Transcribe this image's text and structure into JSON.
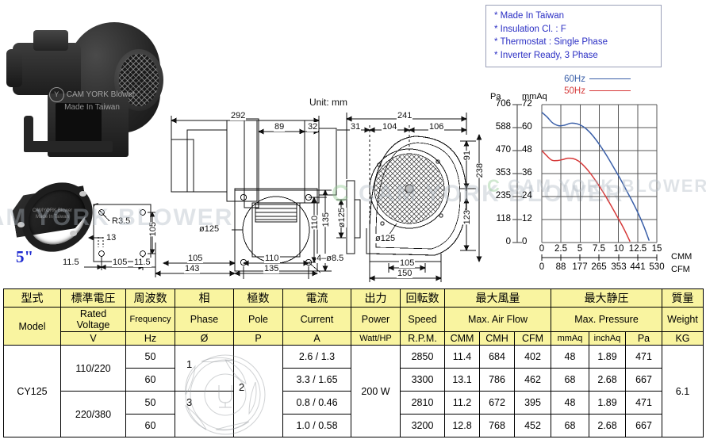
{
  "notes": {
    "lines": [
      "* Made In Taiwan",
      "* Insulation Cl. :  F",
      "* Thermostat : Single Phase",
      "* Inverter Ready, 3 Phase"
    ],
    "color": "#2b2fc4"
  },
  "photo": {
    "watermark_line1": "CAM YORK Blower",
    "watermark_line2": "Made In Taiwan",
    "watermark_logo": "Y"
  },
  "flange": {
    "size_label": "5\"",
    "size_color": "#1e2ad0",
    "watermark_line1": "CAMYORK Blower",
    "watermark_line2": "Made In Taiwan"
  },
  "drawing": {
    "unit_label": "Unit: mm",
    "flange_dims": {
      "r35": "R3.5",
      "d13": "13",
      "v105": "105",
      "h105": "105",
      "left115": "11.5",
      "right115": "11.5"
    },
    "side_view_dims": {
      "total_292": "292",
      "d89": "89",
      "d32": "32",
      "dia125": "ø125",
      "v110": "110",
      "v135": "135",
      "b105": "105",
      "b143": "143",
      "b110": "110",
      "b135": "135",
      "holes": "4–ø8.5"
    },
    "front_view_dims": {
      "total_241": "241",
      "d31": "31",
      "d104": "104",
      "d106": "106",
      "v91": "91",
      "v238": "238",
      "v123": "123",
      "dia125_left": "ø125",
      "dia125_mid": "ø125",
      "b105": "105",
      "b150": "150"
    }
  },
  "watermarks": {
    "top": "CAM YORK BLOWER",
    "mid": "CAM YORK BLOWER",
    "logo": "C"
  },
  "chart_data": {
    "type": "line",
    "title": "",
    "xlabel": "CMM",
    "xlabel2": "CFM",
    "ylabel": "Pa",
    "ylabel2": "mmAq",
    "grid": true,
    "legend_position": "top-right",
    "xlim": [
      0,
      15
    ],
    "ylim": [
      0,
      72
    ],
    "x_ticks_cmm": [
      "0",
      "2.5",
      "5",
      "7.5",
      "10",
      "12.5",
      "15"
    ],
    "x_ticks_cfm": [
      "0",
      "88",
      "177",
      "265",
      "353",
      "441",
      "530"
    ],
    "y_ticks_pa": [
      "706",
      "588",
      "470",
      "353",
      "235",
      "118",
      "0"
    ],
    "y_ticks_mmaq": [
      "72",
      "60",
      "48",
      "36",
      "24",
      "12",
      "0"
    ],
    "series": [
      {
        "name": "60Hz",
        "color": "#3a5fa8",
        "unit_x": "CMM",
        "unit_y": "mmAq",
        "points": [
          [
            0.0,
            68.0
          ],
          [
            0.7,
            65.5
          ],
          [
            1.4,
            62.5
          ],
          [
            2.2,
            61.0
          ],
          [
            3.0,
            61.3
          ],
          [
            3.8,
            62.3
          ],
          [
            4.6,
            62.0
          ],
          [
            5.4,
            60.5
          ],
          [
            6.2,
            57.8
          ],
          [
            7.0,
            54.0
          ],
          [
            7.8,
            49.5
          ],
          [
            8.6,
            44.5
          ],
          [
            9.4,
            39.0
          ],
          [
            10.2,
            33.5
          ],
          [
            11.0,
            27.5
          ],
          [
            11.8,
            21.5
          ],
          [
            12.6,
            15.0
          ],
          [
            13.3,
            8.5
          ],
          [
            14.0,
            1.0
          ]
        ]
      },
      {
        "name": "50Hz",
        "color": "#d63a3a",
        "unit_x": "CMM",
        "unit_y": "mmAq",
        "points": [
          [
            0.0,
            48.0
          ],
          [
            0.6,
            45.5
          ],
          [
            1.3,
            43.0
          ],
          [
            2.0,
            42.8
          ],
          [
            2.7,
            43.3
          ],
          [
            3.4,
            44.0
          ],
          [
            4.1,
            43.8
          ],
          [
            4.8,
            42.5
          ],
          [
            5.5,
            40.0
          ],
          [
            6.2,
            36.8
          ],
          [
            6.9,
            33.0
          ],
          [
            7.6,
            28.8
          ],
          [
            8.3,
            24.3
          ],
          [
            9.0,
            19.5
          ],
          [
            9.7,
            14.5
          ],
          [
            10.4,
            9.5
          ],
          [
            11.0,
            4.8
          ],
          [
            11.5,
            0.5
          ]
        ]
      }
    ]
  },
  "table": {
    "header_bg": "#f9f4a0",
    "row1_cn": [
      "型式",
      "標準電圧",
      "周波数",
      "相",
      "極数",
      "電流",
      "出力",
      "回転数",
      "最大風量",
      "最大静圧",
      "質量"
    ],
    "row2_en": [
      "Model",
      "Rated Voltage",
      "Frequency",
      "Phase",
      "Pole",
      "Current",
      "Power",
      "Speed",
      "Max. Air Flow",
      "Max. Pressure",
      "Weight"
    ],
    "row3_units": [
      "",
      "V",
      "Hz",
      "Ø",
      "P",
      "A",
      "Watt/HP",
      "R.P.M.",
      [
        "CMM",
        "CMH",
        "CFM"
      ],
      [
        "mmAq",
        "inchAq",
        "Pa"
      ],
      "KG"
    ],
    "model": "CY125",
    "power": "200 W",
    "weight": "6.1",
    "pole": "2",
    "phase_single": "1",
    "phase_three": "3",
    "voltage_group1": "110/220",
    "voltage_group2": "220/380",
    "rows": [
      {
        "freq": "50",
        "current": "2.6  / 1.3",
        "speed": "2850",
        "cmm": "11.4",
        "cmh": "684",
        "cfm": "402",
        "mmaq": "48",
        "inchaq": "1.89",
        "pa": "471"
      },
      {
        "freq": "60",
        "current": "3.3 / 1.65",
        "speed": "3300",
        "cmm": "13.1",
        "cmh": "786",
        "cfm": "462",
        "mmaq": "68",
        "inchaq": "2.68",
        "pa": "667"
      },
      {
        "freq": "50",
        "current": "0.8 / 0.46",
        "speed": "2810",
        "cmm": "11.2",
        "cmh": "672",
        "cfm": "395",
        "mmaq": "48",
        "inchaq": "1.89",
        "pa": "471"
      },
      {
        "freq": "60",
        "current": "1.0 / 0.58",
        "speed": "3200",
        "cmm": "12.8",
        "cmh": "768",
        "cfm": "452",
        "mmaq": "68",
        "inchaq": "2.68",
        "pa": "667"
      }
    ]
  }
}
